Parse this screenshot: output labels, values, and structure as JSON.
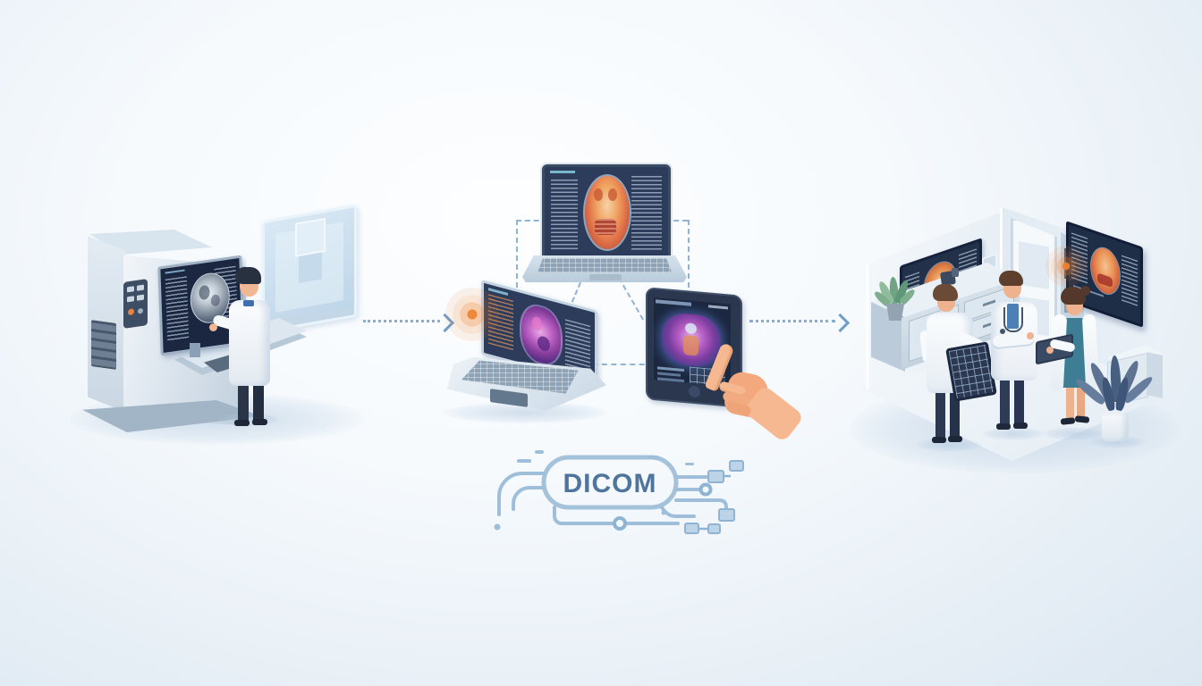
{
  "illustration": {
    "title": "DICOM medical imaging data exchange illustration",
    "dicom": {
      "label": "DICOM"
    },
    "palette": {
      "background_center": "#fdfeff",
      "background_edge": "#dce7f1",
      "link_dash_blue": "#8fb4d8",
      "arrow_blue": "#86aed5",
      "screen_navy": "#2c3c5a",
      "scan_orange": "#e2744a",
      "scan_purple": "#8b3f9e",
      "scan_grayscale": "#8a93a0",
      "alert_glow_orange": "#f08232",
      "lab_coat_white": "#f7fafc",
      "skin_tone": "#f6b890",
      "device_shell_blue": "#c9d8e5",
      "dicom_text_blue": "#4f759d",
      "dicom_capsule_blue": "#a4c2da"
    },
    "scenes": {
      "acquisition": {
        "name": "imaging-scanner-room",
        "elements": [
          "ct-scanner",
          "control-panel",
          "scan-monitor-grayscale-brain",
          "technician-at-console",
          "light-panel-board"
        ]
      },
      "transfer": {
        "name": "dicom-network-devices",
        "elements": [
          "laptop-orange-skull-scan",
          "laptop-purple-brain-scan",
          "tablet-purple-scan",
          "hand-touching-tablet",
          "dashed-network-links",
          "flow-arrows",
          "dicom-circuit-emblem"
        ]
      },
      "review": {
        "name": "clinic-review-room",
        "elements": [
          "wall-monitor-orange-brain",
          "wall-monitor-orange-skull",
          "door",
          "counter-with-drawers",
          "doctor-with-tablet",
          "doctor-arms-crossed",
          "doctor-with-laptop",
          "aloe-plant",
          "palm-plant",
          "side-cabinet"
        ]
      }
    }
  }
}
